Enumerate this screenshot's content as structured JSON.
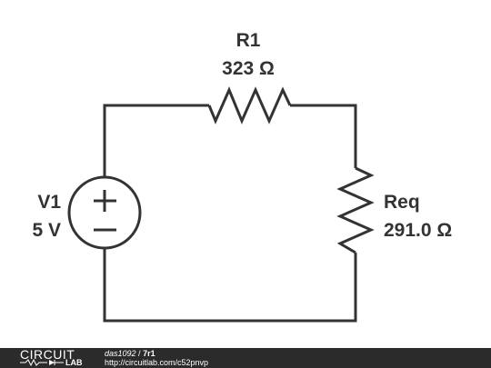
{
  "components": {
    "r1": {
      "name": "R1",
      "value": "323 Ω"
    },
    "v1": {
      "name": "V1",
      "value": "5 V",
      "plus_symbol": "+",
      "minus_symbol": "−"
    },
    "req": {
      "name": "Req",
      "value": "291.0 Ω"
    }
  },
  "footer": {
    "logo_text": "CIRCUIT",
    "logo_sub": "LAB",
    "author": "das1092",
    "separator": " / ",
    "title": "7r1",
    "url": "http://circuitlab.com/c52pnvp"
  }
}
